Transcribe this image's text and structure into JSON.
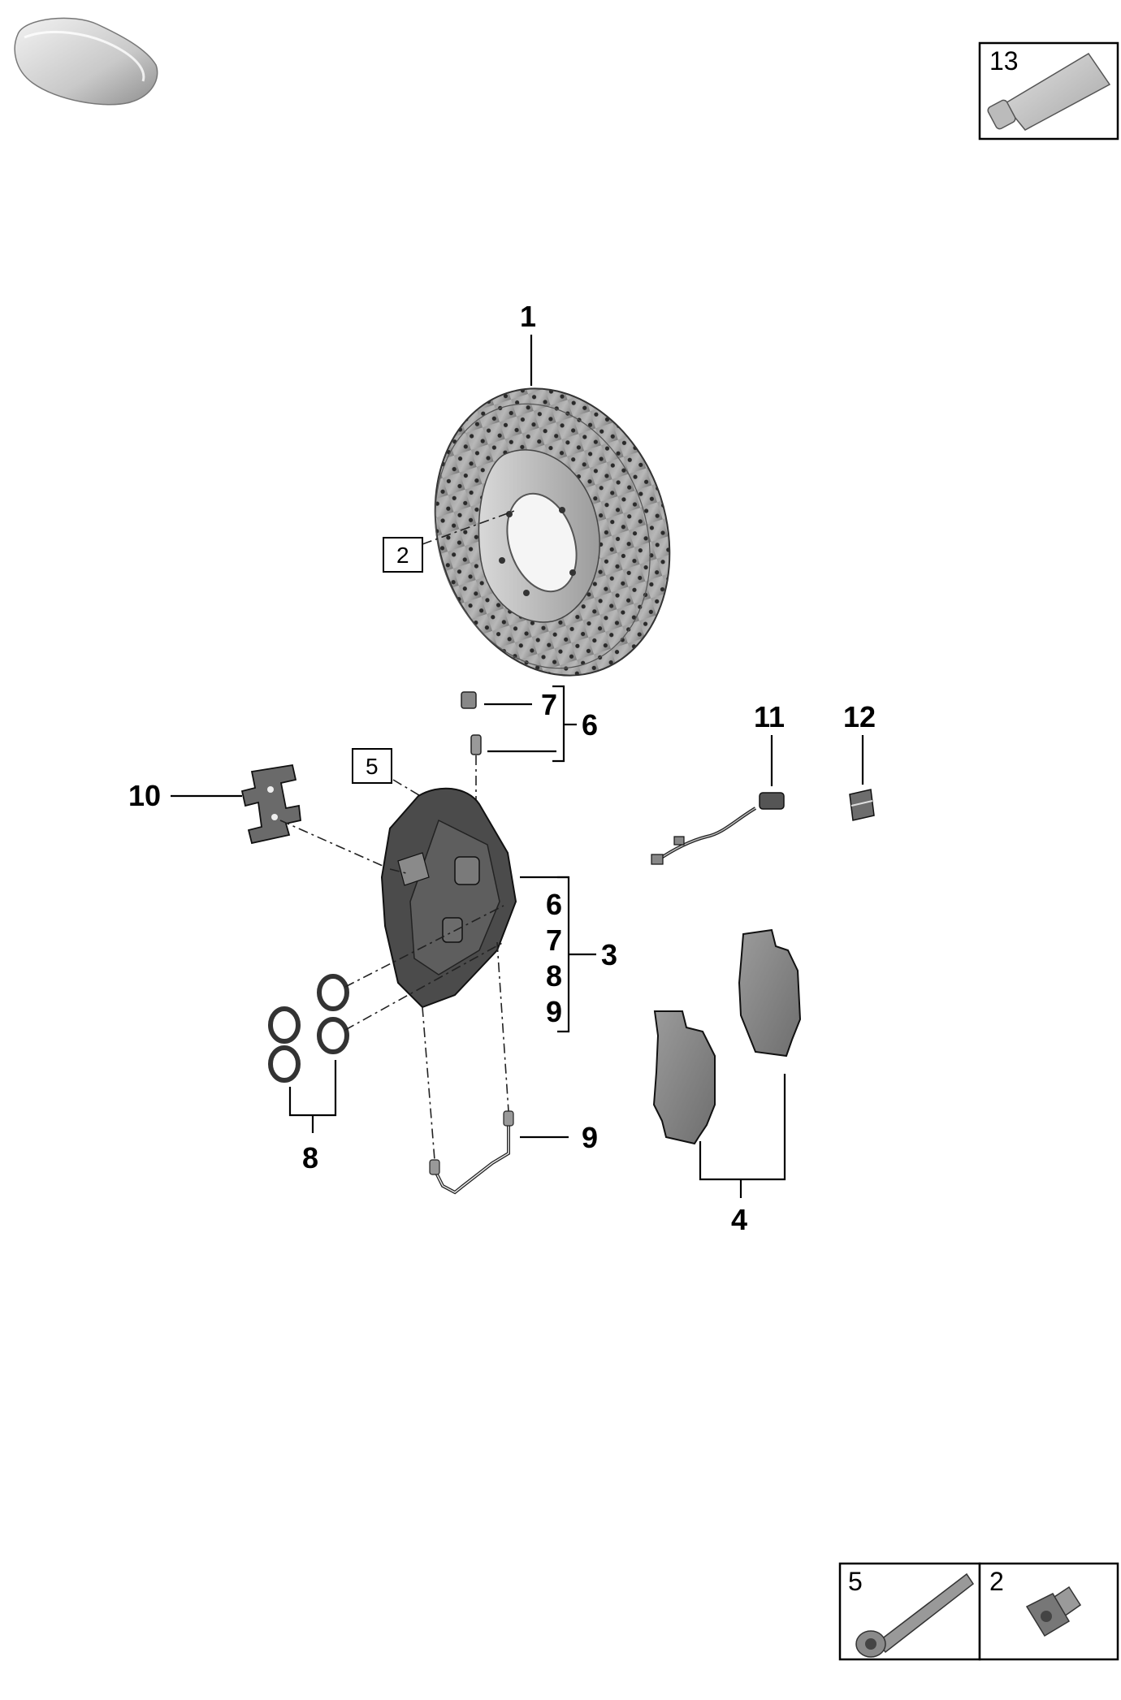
{
  "callouts": {
    "c1": "1",
    "c2_box": "2",
    "c3": "3",
    "c4": "4",
    "c5_box": "5",
    "c6_top": "6",
    "c7_top": "7",
    "c6_group": "6",
    "c7_group": "7",
    "c8_group": "8",
    "c9_group": "9",
    "c8": "8",
    "c9": "9",
    "c10": "10",
    "c11": "11",
    "c12": "12"
  },
  "insets": {
    "tube_label": "13",
    "screw_label": "5",
    "bolt_label": "2"
  },
  "icons": {
    "car_model": "car-silhouette-icon",
    "tube": "grease-tube-icon",
    "screw": "caliper-screw-icon",
    "bolt": "disc-bolt-icon"
  }
}
